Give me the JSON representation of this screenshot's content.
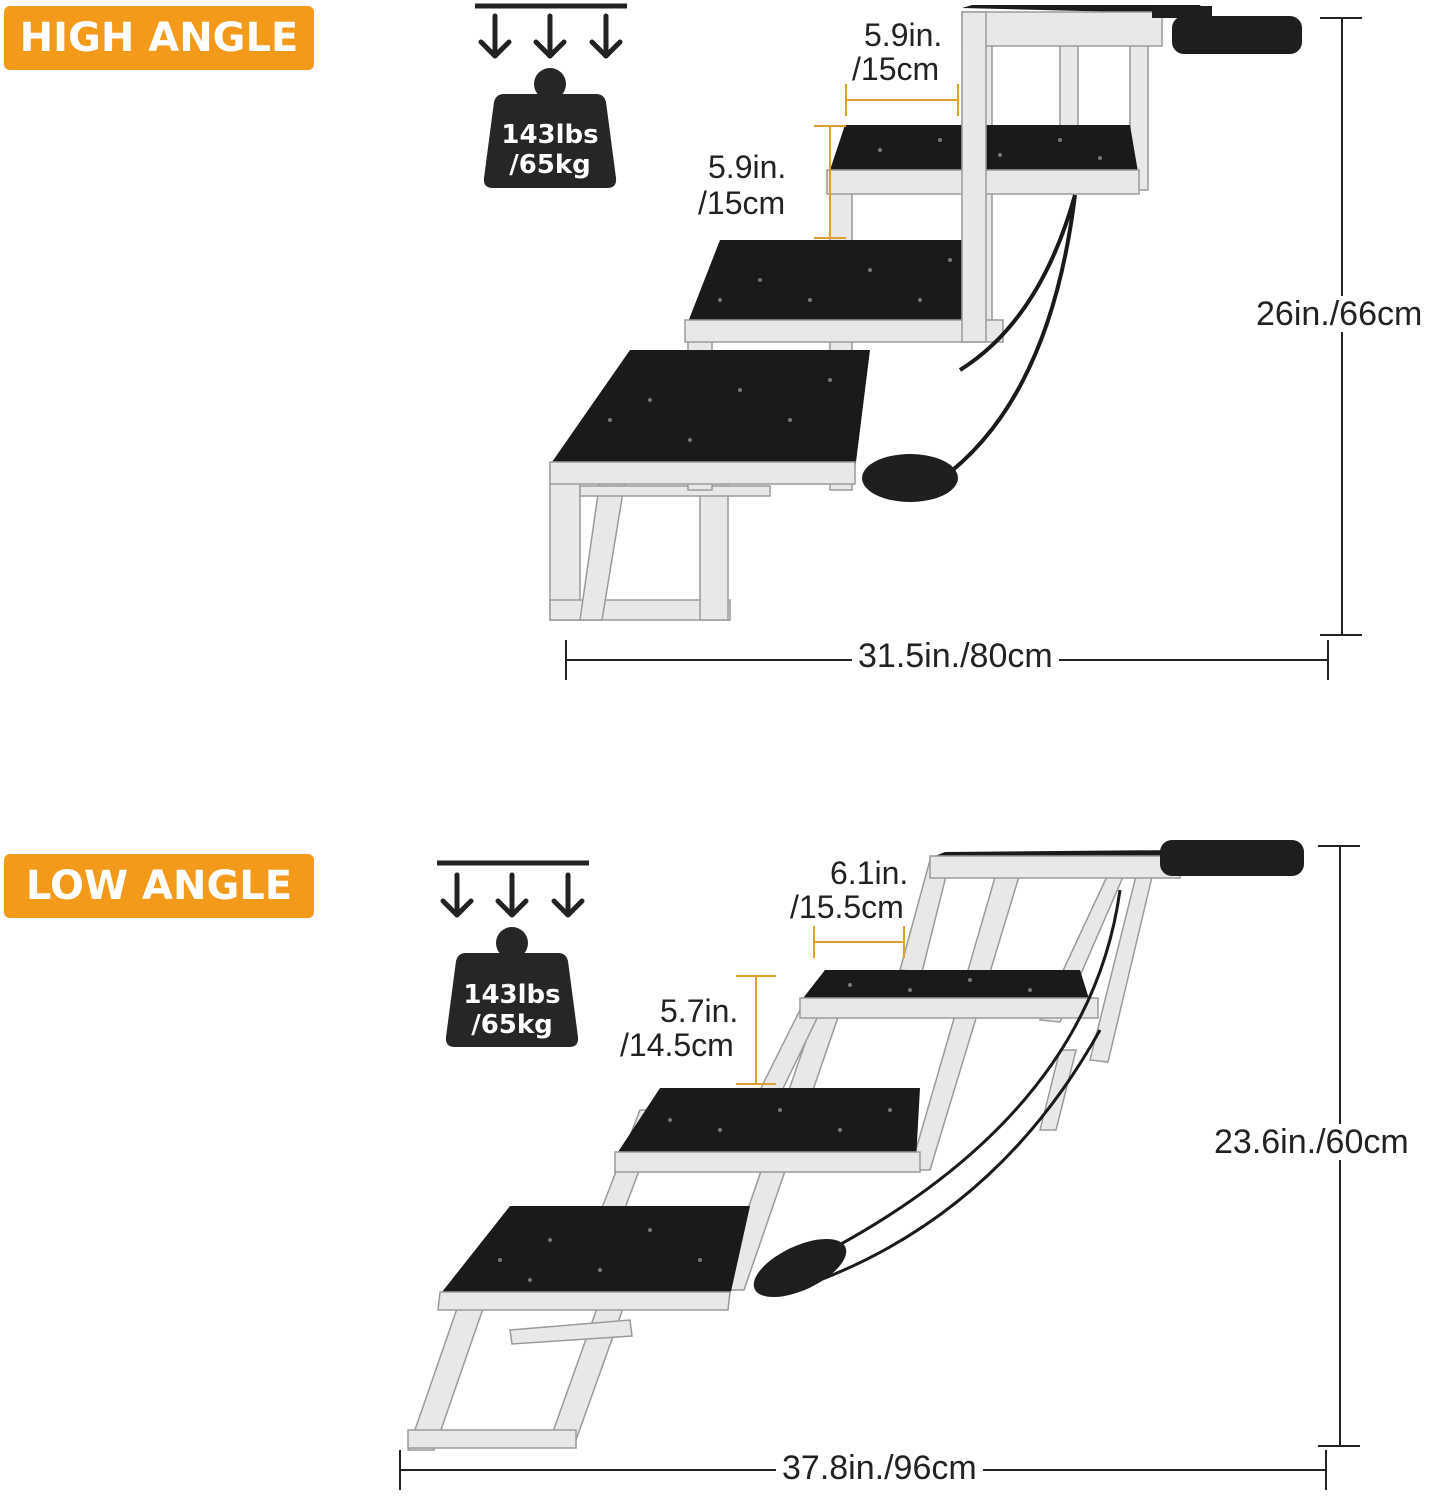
{
  "sections": [
    {
      "badge": "HIGH ANGLE",
      "weight": [
        "143lbs",
        "/65kg"
      ],
      "step_width": [
        "5.9in.",
        "/15cm"
      ],
      "step_rise": [
        "5.9in.",
        "/15cm"
      ],
      "height": "26in./66cm",
      "length": "31.5in./80cm"
    },
    {
      "badge": "LOW ANGLE",
      "weight": [
        "143lbs",
        "/65kg"
      ],
      "step_width": [
        "6.1in.",
        "/15.5cm"
      ],
      "step_rise": [
        "5.7in.",
        "/14.5cm"
      ],
      "height": "23.6in./60cm",
      "length": "37.8in./96cm"
    }
  ],
  "colors": {
    "badge": "#f39a1a",
    "dimension_line": "#e0a030",
    "frame": "#e6e6e6",
    "tread": "#1a1a1a"
  },
  "icons": [
    "down-arrow-icon",
    "weight-icon",
    "handle-icon"
  ]
}
